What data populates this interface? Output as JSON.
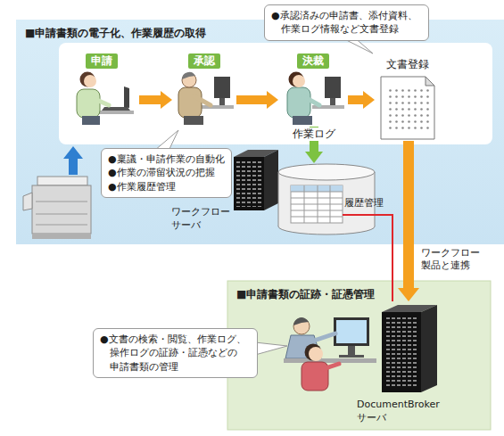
{
  "diagram": {
    "nodes": [
      {
        "text": [
          "■申請書類の電子化、作業履歴の取得"
        ]
      },
      {
        "text": [
          "申請"
        ],
        "in": 0
      },
      {
        "text": [
          "承認"
        ],
        "in": 0
      },
      {
        "text": [
          "決裁"
        ],
        "in": 0
      },
      {
        "text": [
          "●承認済みの申請書、添付資料、 作業ログ情報など文書登録"
        ]
      },
      {
        "text": [
          "文書登録"
        ],
        "in": 0
      },
      {
        "text": [
          "●稟議・申請作業の自動化",
          "●作業の滞留状況の把握",
          "●作業履歴管理"
        ],
        "in": 0
      },
      {
        "text": [
          "ワークフロー サーバ"
        ],
        "in": 0
      },
      {
        "text": [
          "履歴管理"
        ],
        "in": 0
      },
      {
        "text": [
          "■申請書類の証跡・証憑管理"
        ]
      },
      {
        "text": [
          "●文書の検索・閲覧、作業ログ、 操作ログの証跡・証憑などの 申請書類の管理"
        ]
      },
      {
        "text": [
          "DocumentBroker サーバ"
        ],
        "in": 9
      }
    ],
    "edges": [
      {
        "from": 1,
        "to": 2,
        "arrow": "to"
      },
      {
        "from": 2,
        "to": 3,
        "arrow": "to"
      },
      {
        "from": 3,
        "to": 5,
        "arrow": "to"
      },
      {
        "from": 5,
        "to": 11,
        "label": "ワークフロー 製品と連携",
        "arrow": "to"
      },
      {
        "from": 3,
        "to": 8,
        "label": "作業ログ",
        "arrow": "to"
      },
      {
        "from": 8,
        "to": 11,
        "arrow": "none"
      }
    ]
  }
}
